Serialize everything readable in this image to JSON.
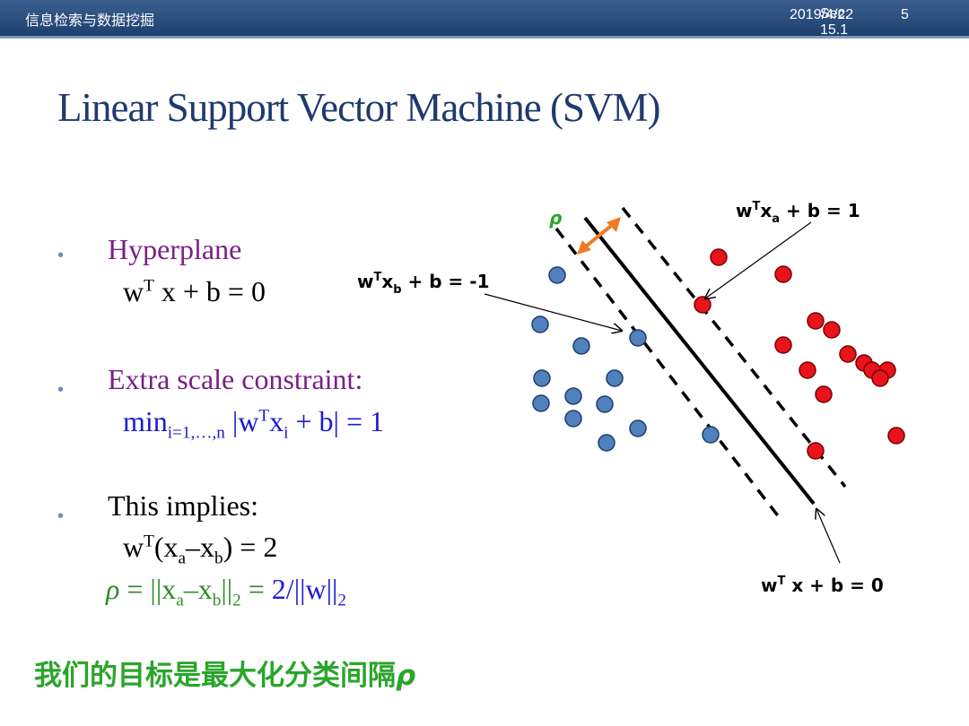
{
  "header": {
    "course": "信息检索与数据挖掘",
    "date_stamp": "2019/4/22",
    "section_overlay": "Sec. 15.1",
    "page_number": "5"
  },
  "slide": {
    "title": "Linear Support Vector Machine (SVM)",
    "bullets": [
      {
        "heading": "Hyperplane",
        "line1": "wT x + b = 0"
      },
      {
        "heading": "Extra scale constraint:",
        "line1": "mini=1,…,n |wTxi + b| = 1"
      },
      {
        "heading": "This implies:",
        "line1": "wT(xa–xb) = 2",
        "line2": "ρ = ||xa–xb||2 = 2/||w||2"
      }
    ],
    "goal_text": "我们的目标是最大化分类间隔",
    "goal_symbol": "ρ"
  },
  "diagram": {
    "labels": {
      "upper_margin": "wTxa + b = 1",
      "lower_margin": "wTxb + b = -1",
      "hyperplane": "wT x + b = 0",
      "margin_symbol": "ρ"
    },
    "colors": {
      "class_a": "#e8131b",
      "class_b": "#4f81bd",
      "margin_arrow": "#f07a22",
      "title": "#1f3a6e"
    }
  }
}
